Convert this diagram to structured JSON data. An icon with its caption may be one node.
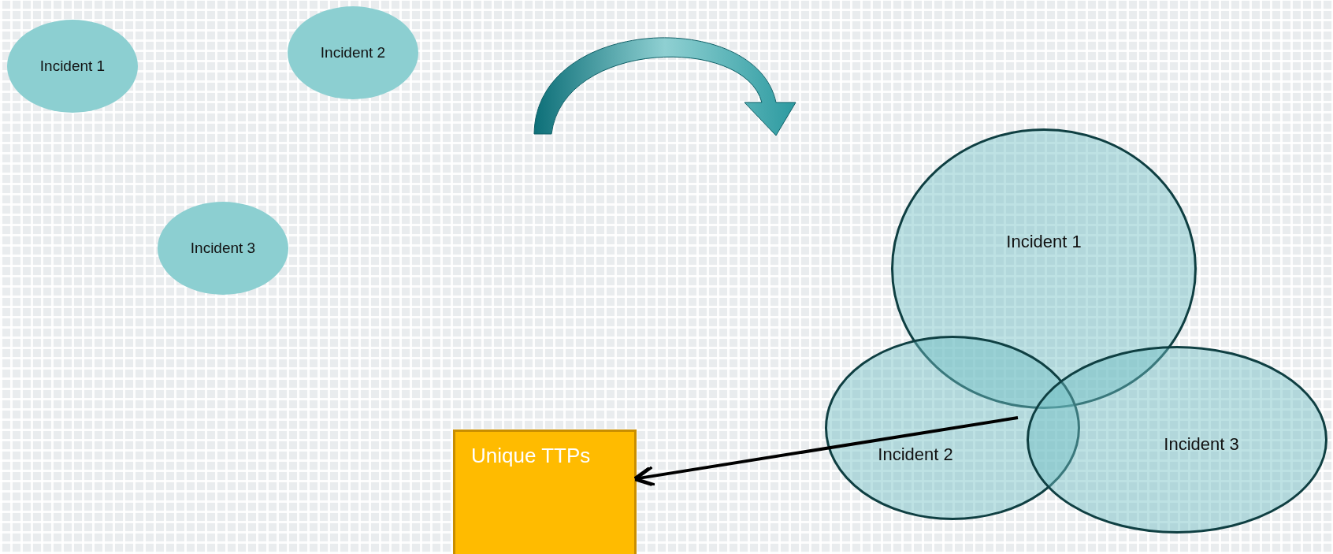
{
  "diagram": {
    "nodes": [
      {
        "text": [
          "Incident 1"
        ]
      },
      {
        "text": [
          "Incident 2"
        ]
      },
      {
        "text": [
          "Incident 3"
        ]
      },
      {
        "text": [
          "Incident 1"
        ]
      },
      {
        "text": [
          "Incident 2"
        ]
      },
      {
        "text": [
          "Incident 3"
        ]
      },
      {
        "text": [
          "Unique TTPs"
        ]
      }
    ],
    "edges": [
      {
        "from": 4,
        "to": 6,
        "arrow": "to"
      }
    ]
  }
}
